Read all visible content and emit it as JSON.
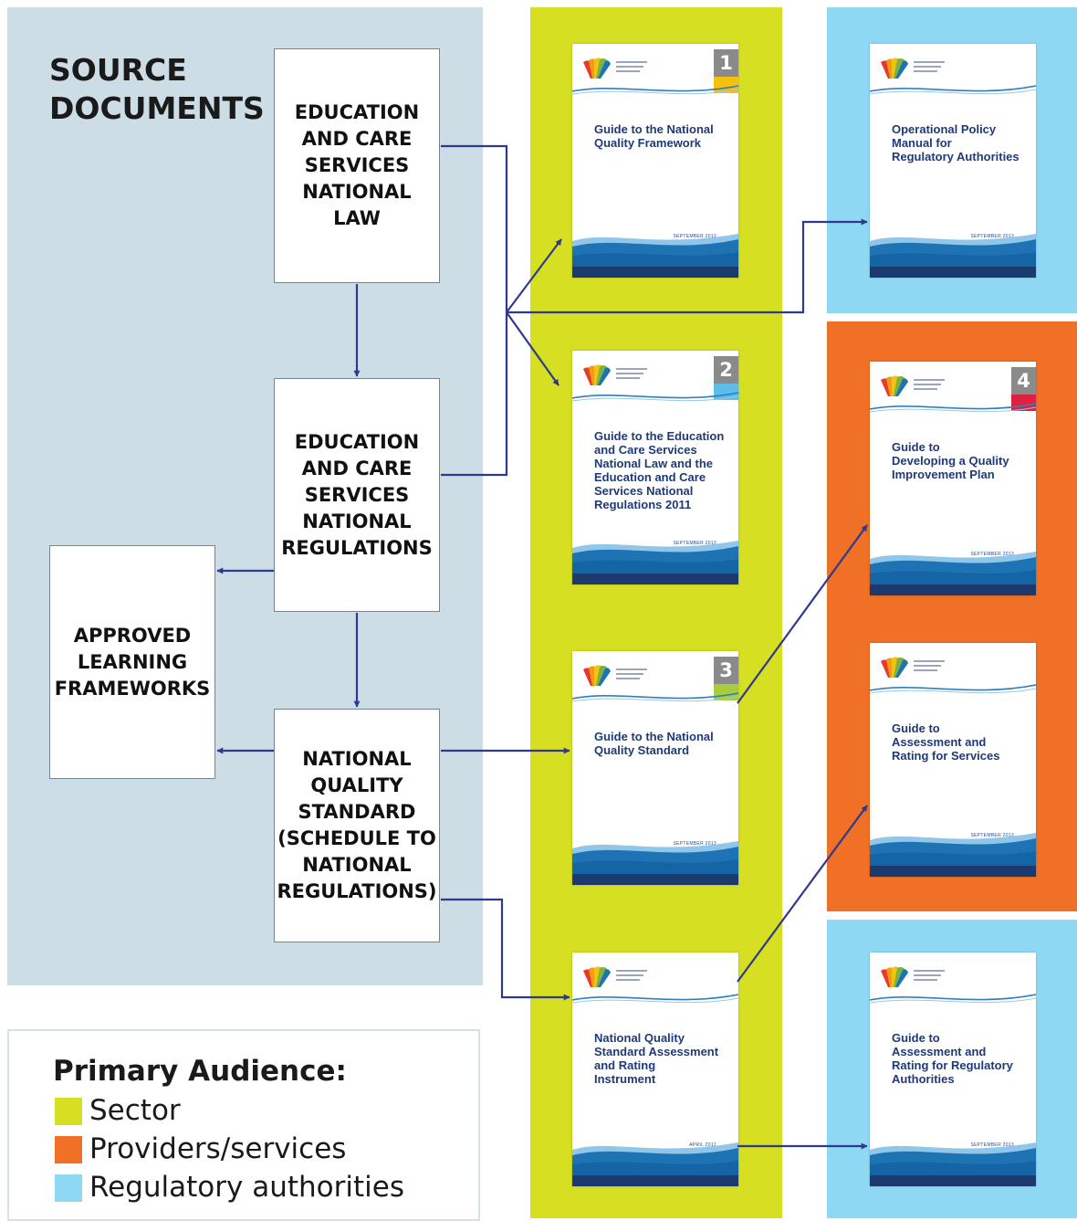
{
  "colors": {
    "source_bg": "#cddde6",
    "sector": "#d6df22",
    "providers": "#f07025",
    "regulatory": "#8fd8f4",
    "arrow": "#2e3a8f",
    "doc_title": "#1f3a78",
    "wave_dark": "#1d3a6e",
    "wave_mid": "#1e73b4"
  },
  "heading": "SOURCE\nDOCUMENTS",
  "sources": {
    "law": "EDUCATION\nAND CARE\nSERVICES\nNATIONAL\nLAW",
    "regulations": "EDUCATION\nAND CARE\nSERVICES\nNATIONAL\nREGULATIONS",
    "frameworks": "APPROVED\nLEARNING\nFRAMEWORKS",
    "nqs": "NATIONAL\nQUALITY\nSTANDARD\n(SCHEDULE TO\nNATIONAL\nREGULATIONS)"
  },
  "documents": {
    "d1": {
      "number": "1",
      "title": "Guide to the National\nQuality Framework",
      "date": "SEPTEMBER 2013",
      "stripe": "#f5c010"
    },
    "d2": {
      "number": "2",
      "title": "Guide to the Education\nand Care Services\nNational Law and the\nEducation and Care\nServices National\nRegulations 2011",
      "date": "SEPTEMBER 2013",
      "stripe": "#5bbde8"
    },
    "d3": {
      "number": "3",
      "title": "Guide to the National\nQuality Standard",
      "date": "SEPTEMBER 2013",
      "stripe": "#a8cc3a"
    },
    "d4": {
      "number": "",
      "title": "National Quality\nStandard Assessment\nand Rating\nInstrument",
      "date": "APRIL 2012",
      "stripe": ""
    },
    "d5": {
      "number": "",
      "title": "Operational Policy\nManual for\nRegulatory Authorities",
      "date": "SEPTEMBER 2013",
      "stripe": ""
    },
    "d6": {
      "number": "4",
      "title": "Guide to\nDeveloping a Quality\nImprovement Plan",
      "date": "SEPTEMBER 2013",
      "stripe": "#e0203f"
    },
    "d7": {
      "number": "",
      "title": "Guide to\nAssessment and\nRating for Services",
      "date": "SEPTEMBER 2013",
      "stripe": ""
    },
    "d8": {
      "number": "",
      "title": "Guide to\nAssessment and\nRating for Regulatory\nAuthorities",
      "date": "SEPTEMBER 2013",
      "stripe": ""
    }
  },
  "legend": {
    "title": "Primary Audience:",
    "items": [
      "Sector",
      "Providers/services",
      "Regulatory authorities"
    ]
  }
}
